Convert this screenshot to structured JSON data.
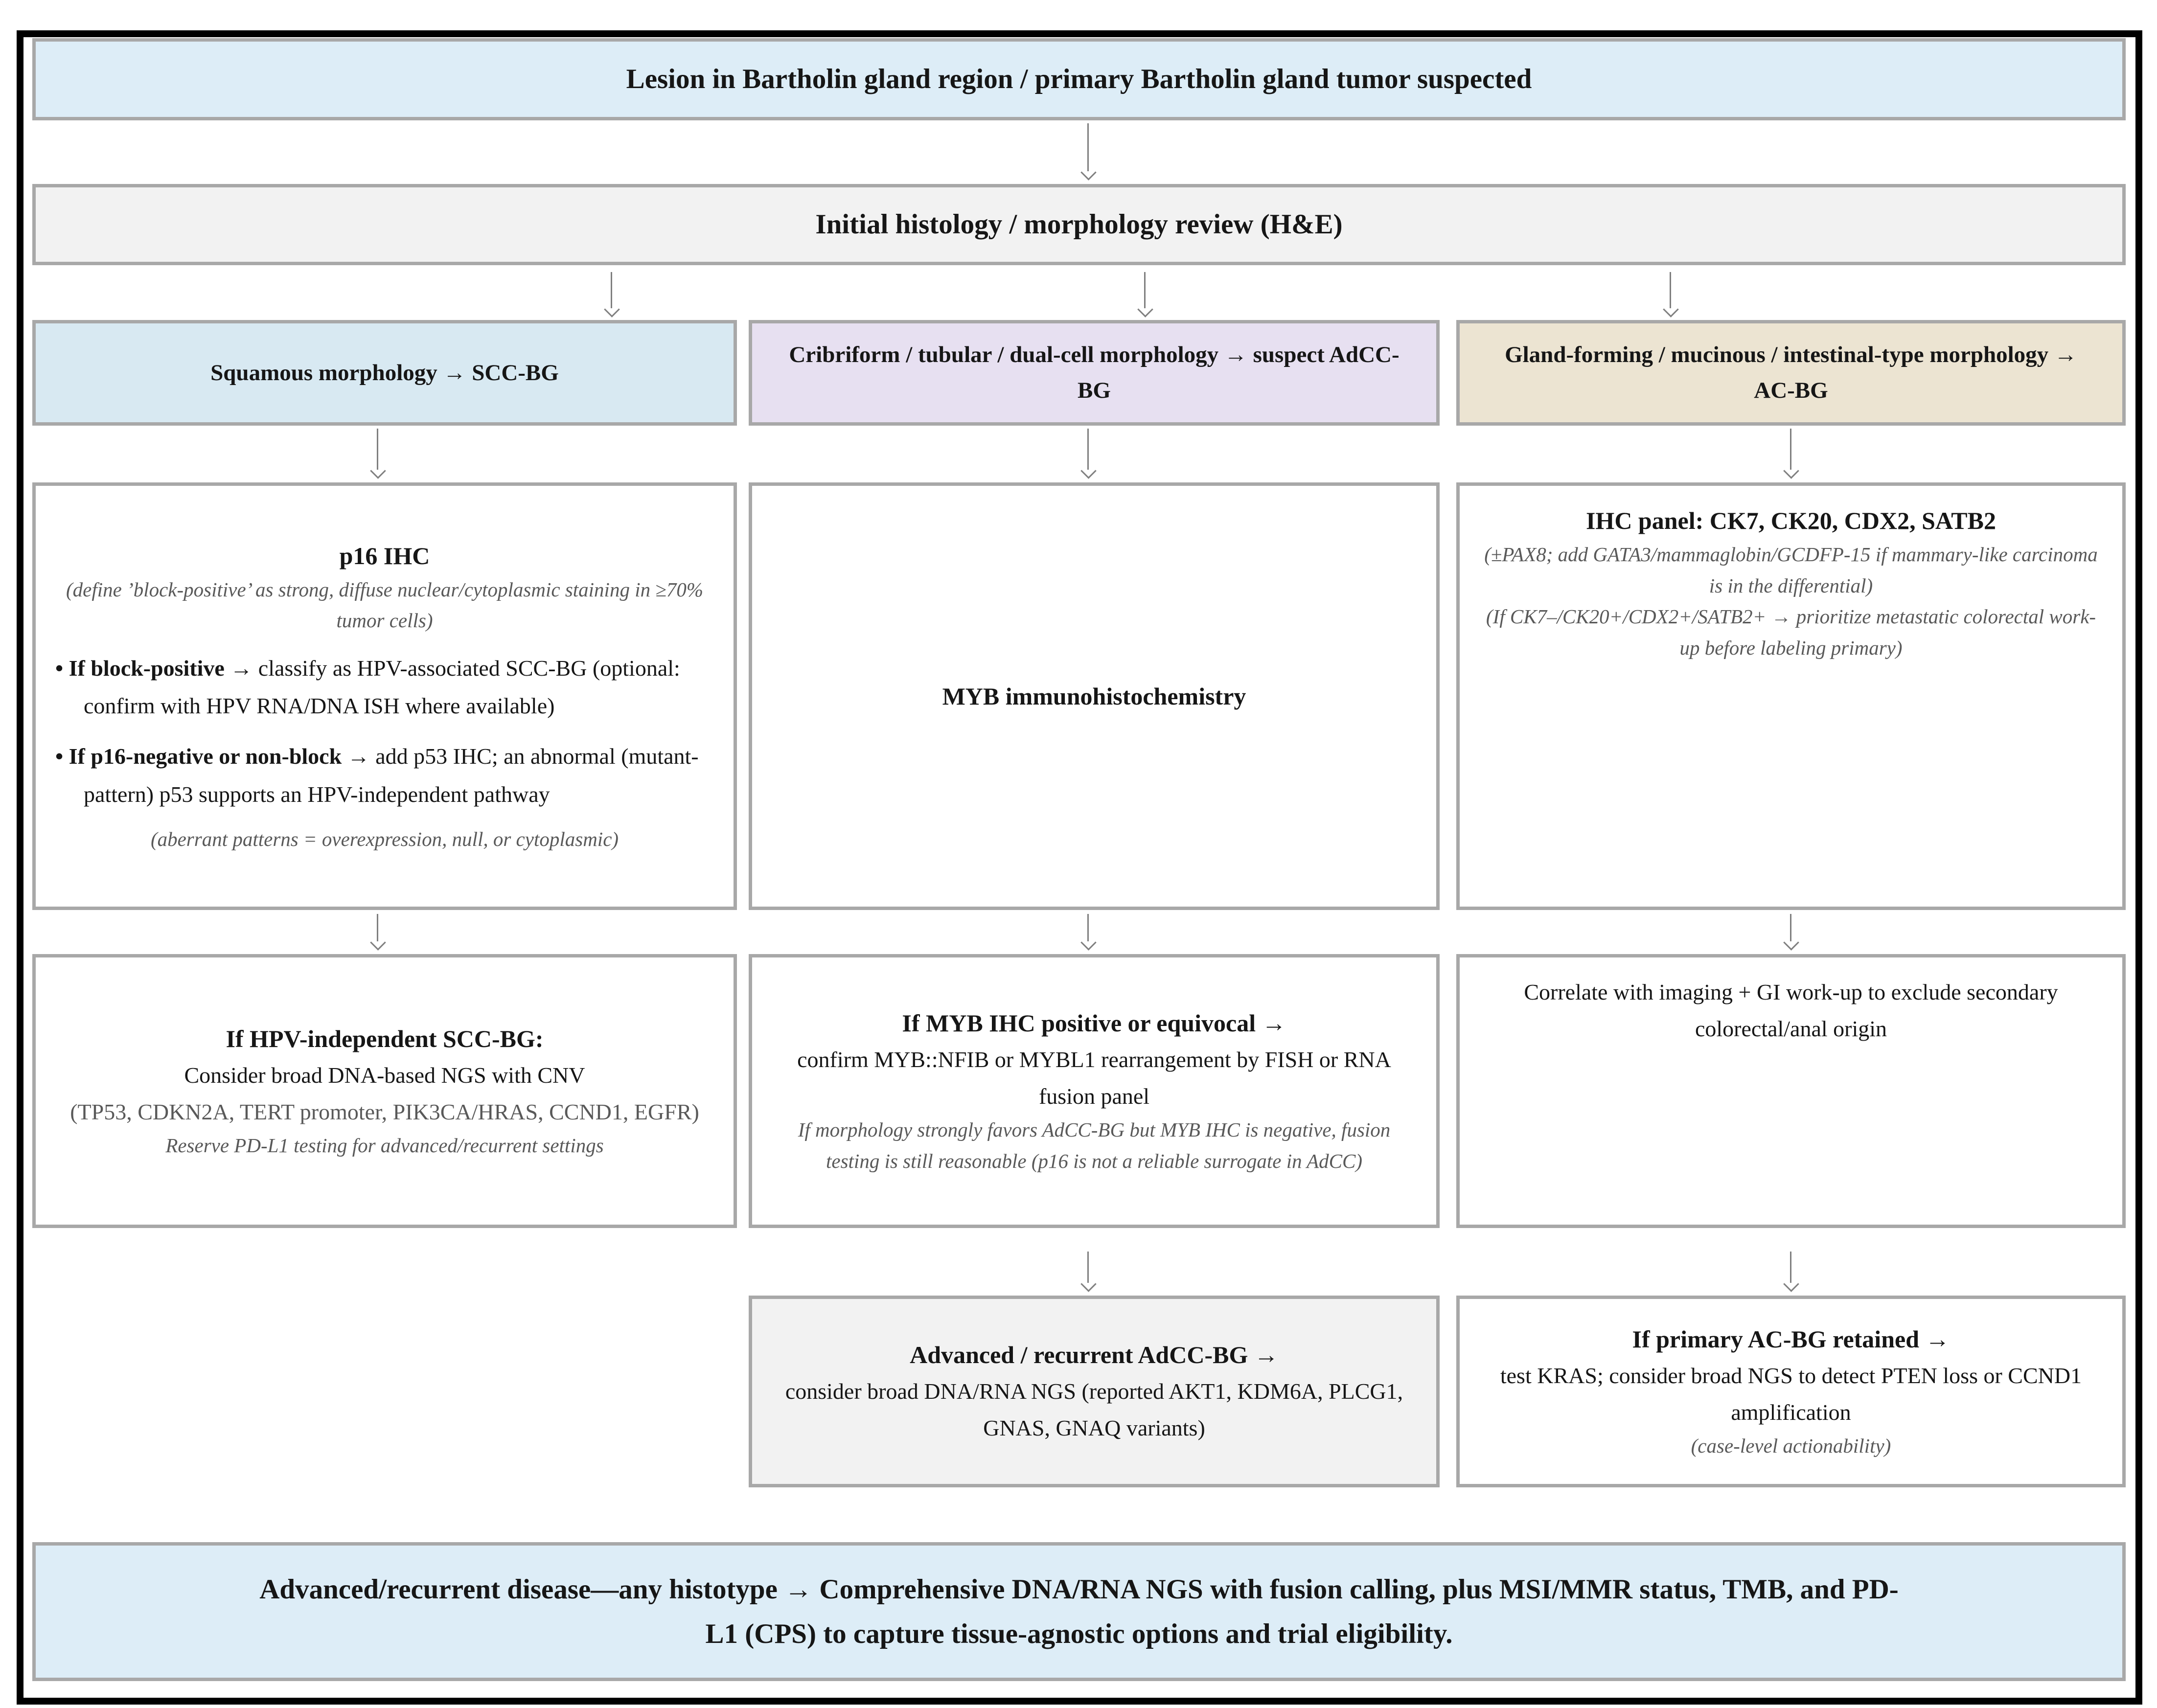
{
  "palette": {
    "light_blue": "#ddedf7",
    "column_blue": "#d8e9f2",
    "lavender": "#e7e0f1",
    "tan": "#ece4d2",
    "light_gray": "#f2f2f2",
    "box_border": "#a8a8a8",
    "arrow_gray": "#7f7f7f",
    "note_gray": "#595959"
  },
  "nodes": {
    "start": {
      "text": "Lesion in Bartholin gland region / primary Bartholin gland tumor suspected"
    },
    "histology": {
      "text": "Initial histology / morphology review (H&E)"
    },
    "scc_morphology": {
      "text": "Squamous morphology → SCC-BG"
    },
    "adcc_morphology": {
      "text": "Cribriform / tubular / dual-cell morphology → suspect AdCC-BG"
    },
    "acbg_morphology": {
      "text": "Gland-forming / mucinous / intestinal-type morphology → AC-BG"
    },
    "p16": {
      "title": "p16 IHC",
      "define_note": "(define ’block-positive’ as strong, diffuse nuclear/cytoplasmic staining in ≥70% tumor cells)",
      "bullet1_lead": "If block-positive",
      "bullet1_rest": " → classify as HPV-associated SCC-BG (optional: confirm with HPV RNA/DNA ISH where available)",
      "bullet2_lead": "If p16-negative or non-block",
      "bullet2_rest": " → add p53 IHC; an abnormal (mutant-pattern) p53 supports an HPV-independent pathway",
      "aberrant_note": "(aberrant patterns = overexpression, null, or cytoplasmic)"
    },
    "myb": {
      "text": "MYB immunohistochemistry"
    },
    "ihc_panel": {
      "title": "IHC panel: CK7, CK20, CDX2, SATB2",
      "note1": "(±PAX8; add GATA3/mammaglobin/GCDFP-15 if mammary-like carcinoma is in the differential)",
      "note2": "(If CK7–/CK20+/CDX2+/SATB2+ → prioritize metastatic colorectal work-up before labeling primary)"
    },
    "hpv_independent": {
      "title": "If HPV-independent SCC-BG:",
      "line2": "Consider broad DNA-based NGS with CNV",
      "genes": "(TP53, CDKN2A, TERT promoter, PIK3CA/HRAS, CCND1, EGFR)",
      "note": "Reserve PD-L1 testing for advanced/recurrent settings"
    },
    "myb_positive": {
      "title": "If MYB IHC positive or equivocal →",
      "line2": "confirm MYB::NFIB or MYBL1 rearrangement by FISH or RNA fusion panel",
      "note": "If morphology strongly favors AdCC-BG but MYB IHC is negative, fusion testing is still reasonable (p16 is not a reliable surrogate in AdCC)"
    },
    "correlate": {
      "text": "Correlate with imaging + GI work-up to exclude secondary colorectal/anal origin"
    },
    "advanced_adcc": {
      "title": "Advanced / recurrent AdCC-BG →",
      "line2": "consider broad DNA/RNA NGS (reported AKT1, KDM6A, PLCG1, GNAS, GNAQ variants)"
    },
    "primary_acbg": {
      "title": "If primary AC-BG retained →",
      "line2": "test KRAS; consider broad NGS to detect PTEN loss or CCND1 amplification",
      "note": "(case-level actionability)"
    },
    "banner": {
      "line1": "Advanced/recurrent disease—any histotype → Comprehensive DNA/RNA NGS with fusion calling, plus MSI/MMR status, TMB, and PD-",
      "line2": "L1 (CPS) to capture tissue-agnostic options and trial eligibility."
    }
  }
}
